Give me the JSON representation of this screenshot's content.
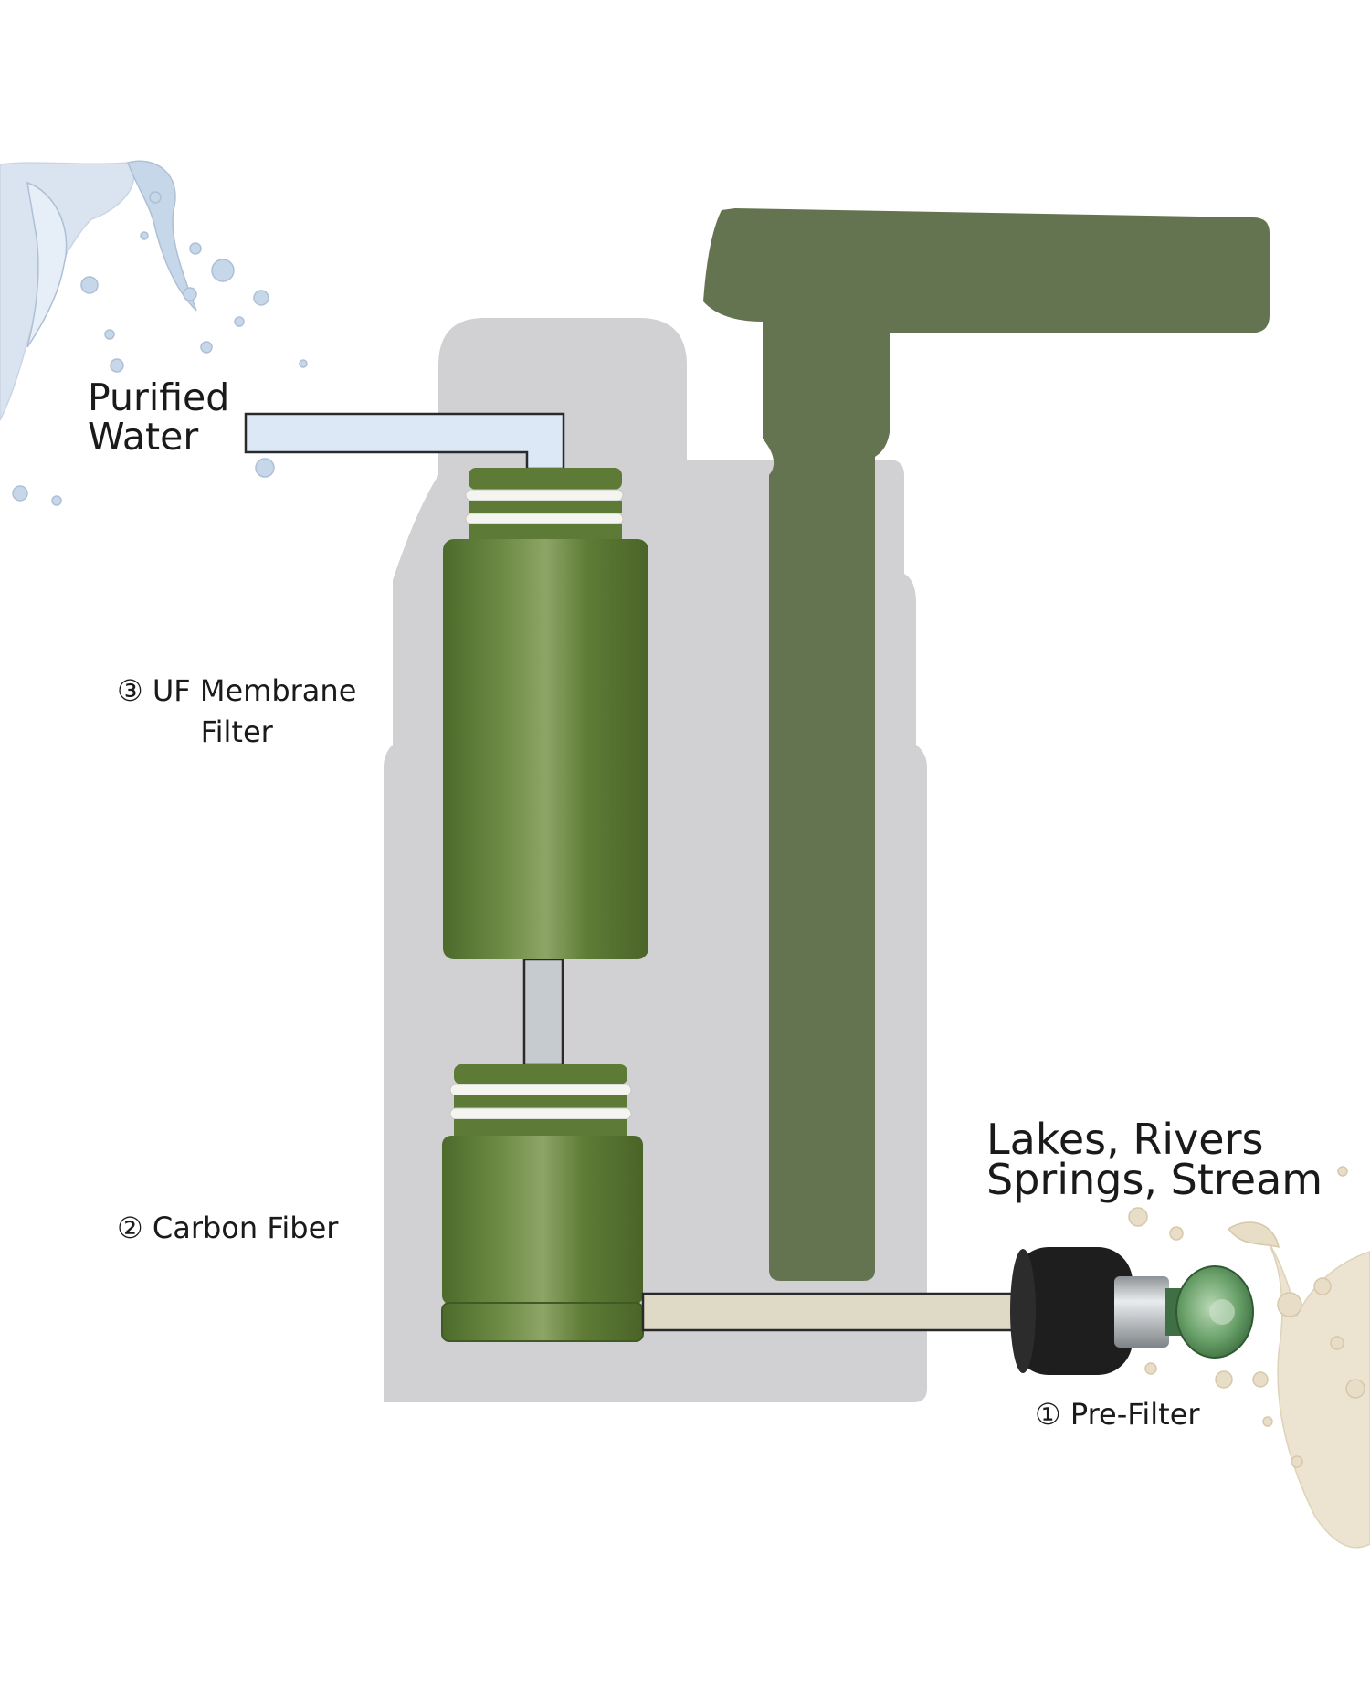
{
  "labels": {
    "purified_line1": "Purified",
    "purified_line2": "Water",
    "uf_line1": "③ UF Membrane",
    "uf_line2": "Filter",
    "carbon": "② Carbon Fiber",
    "source_line1": "Lakes, Rivers",
    "source_line2": "Springs, Stream",
    "prefilter": "① Pre-Filter"
  },
  "colors": {
    "housing_gray": "#d1d0d3",
    "pump_green": "#647350",
    "filter_green": "#5d7a36",
    "outlet_tube": "#dde8f6",
    "inlet_tube": "#dfdac6",
    "sponge_black": "#1e1e1e",
    "water_splash": "#c7d7ea",
    "milky_splash": "#e8ddc6"
  },
  "icons": {
    "top_left_splash": "water-splash-icon",
    "bottom_right_splash": "water-splash-icon",
    "prefilter": "prefilter-sponge-icon"
  }
}
